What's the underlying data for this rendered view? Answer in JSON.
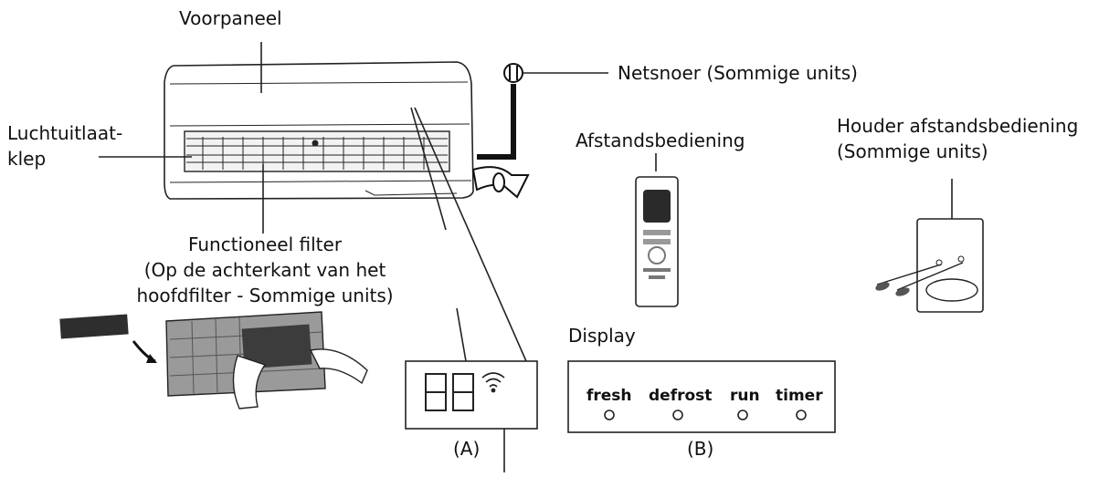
{
  "labels": {
    "front_panel": "Voorpaneel",
    "power_cord": "Netsnoer (Sommige units)",
    "air_outlet": [
      "Luchtuitlaat-",
      "klep"
    ],
    "remote": "Afstandsbediening",
    "remote_holder": [
      "Houder afstandsbediening",
      "(Sommige units)"
    ],
    "functional_filter": [
      "Functioneel filter",
      "(Op de achterkant van het",
      "hoofdfilter - Sommige units)"
    ],
    "display": "Display",
    "display_a": "(A)",
    "display_b": "(B)"
  },
  "display_a": {
    "digits": "88",
    "wifi_icon": "wifi-icon"
  },
  "display_b": {
    "indicators": [
      "fresh",
      "defrost",
      "run",
      "timer"
    ]
  }
}
